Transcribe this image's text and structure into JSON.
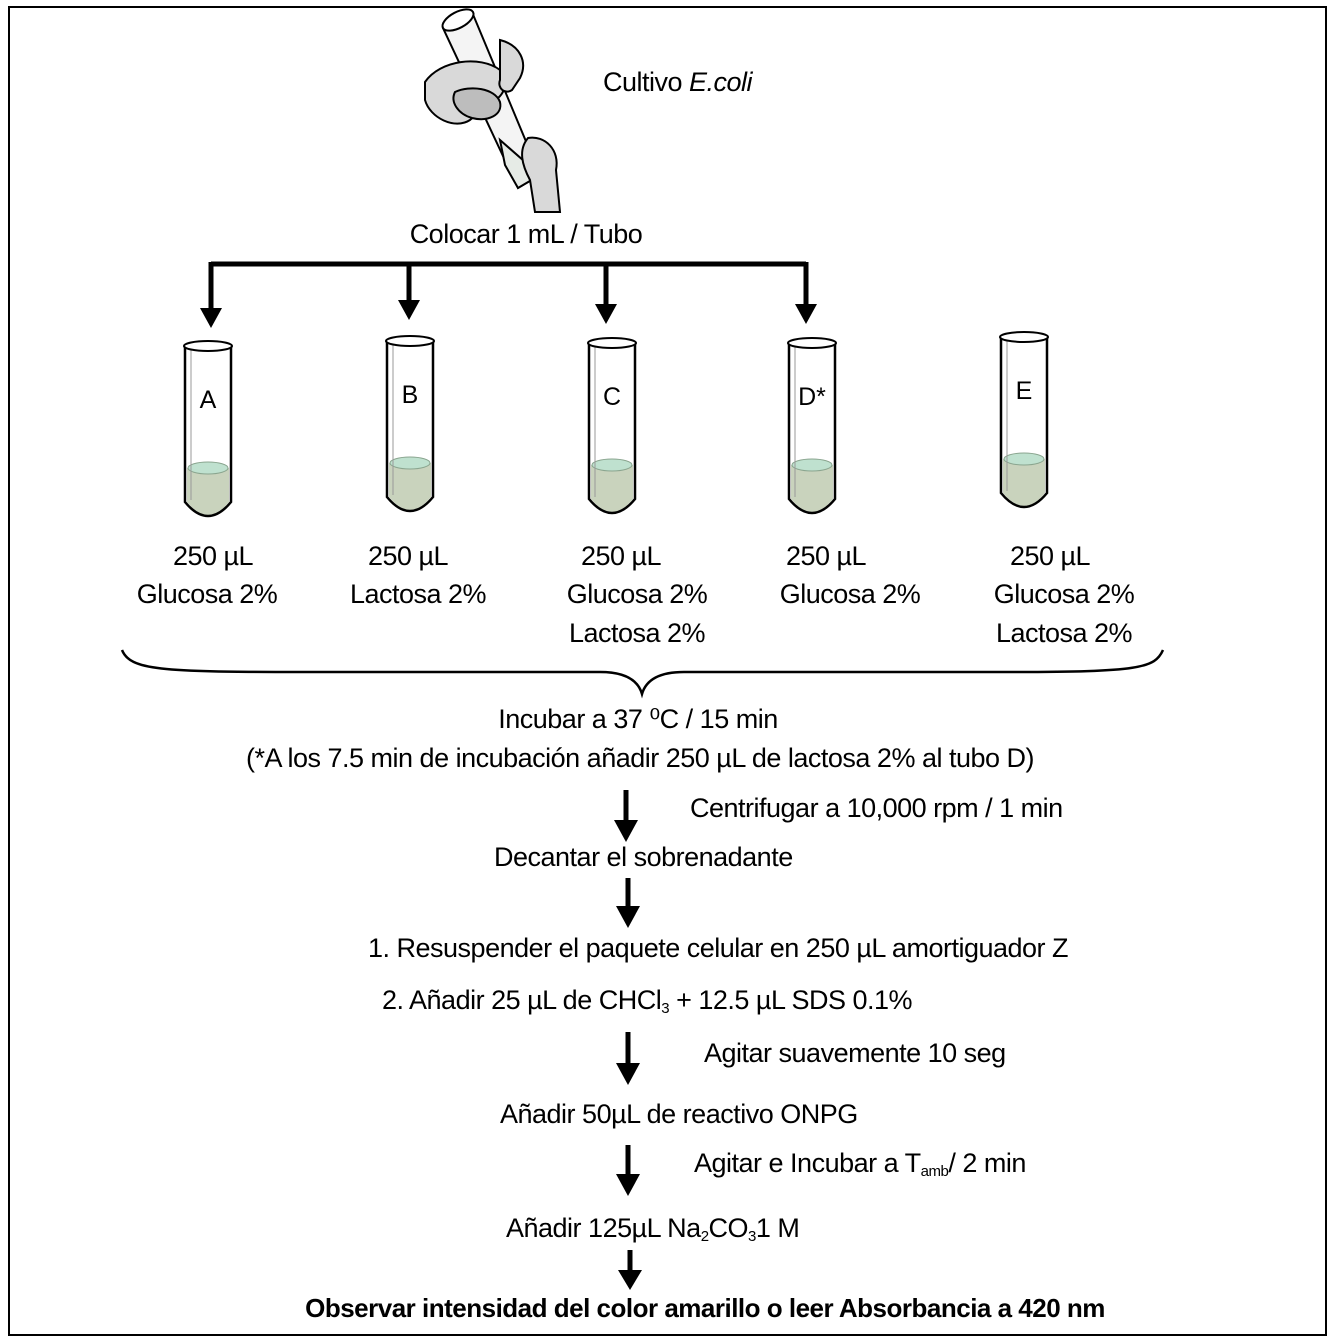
{
  "colors": {
    "liquid": "#c9d3bd",
    "meniscus": "#bfe1cf",
    "line": "#000000"
  },
  "culture": {
    "prefix": "Cultivo ",
    "organism": "E.coli"
  },
  "distribute_label": "Colocar 1 mL / Tubo",
  "tubes": [
    {
      "letter": "A",
      "volume": "250 µL",
      "line1": "Glucosa 2%",
      "line2": ""
    },
    {
      "letter": "B",
      "volume": "250 µL",
      "line1": "Lactosa 2%",
      "line2": ""
    },
    {
      "letter": "C",
      "volume": "250 µL",
      "line1": "Glucosa 2%",
      "line2": "Lactosa 2%"
    },
    {
      "letter": "D*",
      "volume": "250 µL",
      "line1": "Glucosa 2%",
      "line2": ""
    },
    {
      "letter": "E",
      "volume": "250 µL",
      "line1": "Glucosa 2%",
      "line2": "Lactosa 2%"
    }
  ],
  "steps": {
    "incubate": "Incubar a 37 ⁰C / 15 min",
    "incubate_note": "(*A los 7.5 min de incubación añadir 250 µL de lactosa 2% al tubo D)",
    "centrifuge": "Centrifugar a 10,000 rpm / 1 min",
    "decant": "Decantar el sobrenadante",
    "resuspend": "1. Resuspender el paquete celular en 250 µL amortiguador Z",
    "add_chcl3_a": "2. Añadir 25 µL de CHCl",
    "add_chcl3_sub": "3",
    "add_chcl3_b": " + 12.5 µL SDS 0.1%",
    "shake": "Agitar suavemente 10 seg",
    "onpg": "Añadir 50µL de reactivo ONPG",
    "shake_incubate_a": "Agitar e Incubar a  T",
    "shake_incubate_sub": "amb",
    "shake_incubate_b": "/ 2 min",
    "na2co3_a": "Añadir 125µL Na",
    "na2co3_sub1": "2",
    "na2co3_b": "CO",
    "na2co3_sub2": "3",
    "na2co3_c": "1 M",
    "observe": "Observar intensidad del color amarillo o leer Absorbancia a 420 nm"
  }
}
